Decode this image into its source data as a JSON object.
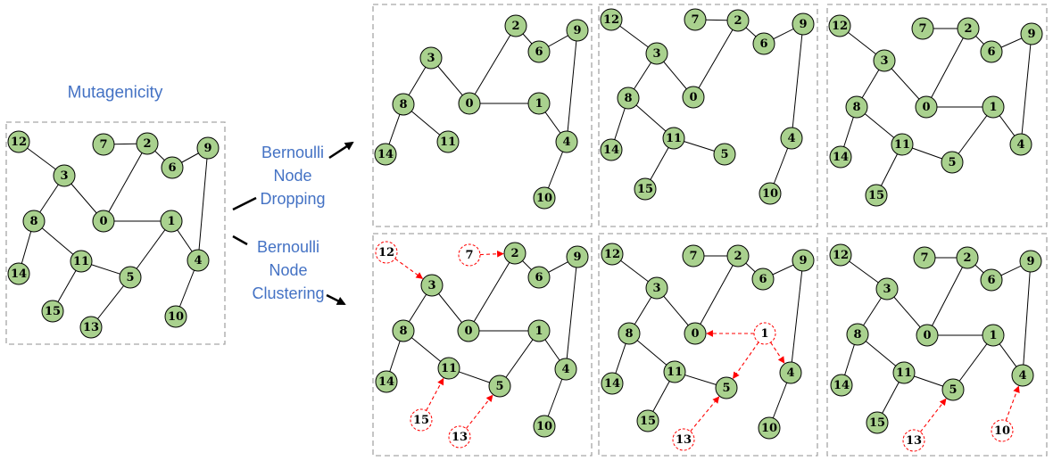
{
  "title": "Mutagenicity",
  "operations": {
    "dropping": [
      "Bernoulli",
      "Node",
      "Dropping"
    ],
    "clustering": [
      "Bernoulli",
      "Node",
      "Clustering"
    ]
  },
  "colors": {
    "node_fill": "#a9d18e",
    "node_stroke": "#000000",
    "text_blue": "#4472c4",
    "arrow_red": "#ff0000",
    "frame_gray": "#a6a6a6"
  },
  "panels": [
    {
      "id": "original",
      "nodes": [
        {
          "id": "12",
          "label": "12"
        },
        {
          "id": "7",
          "label": "7"
        },
        {
          "id": "2",
          "label": "2"
        },
        {
          "id": "6",
          "label": "6"
        },
        {
          "id": "9",
          "label": "9"
        },
        {
          "id": "3",
          "label": "3"
        },
        {
          "id": "8",
          "label": "8"
        },
        {
          "id": "0",
          "label": "0"
        },
        {
          "id": "1",
          "label": "1"
        },
        {
          "id": "14",
          "label": "14"
        },
        {
          "id": "11",
          "label": "11"
        },
        {
          "id": "5",
          "label": "5"
        },
        {
          "id": "4",
          "label": "4"
        },
        {
          "id": "15",
          "label": "15"
        },
        {
          "id": "13",
          "label": "13"
        },
        {
          "id": "10",
          "label": "10"
        }
      ],
      "edges": [
        [
          "12",
          "3"
        ],
        [
          "3",
          "8"
        ],
        [
          "3",
          "0"
        ],
        [
          "0",
          "2"
        ],
        [
          "7",
          "2"
        ],
        [
          "2",
          "6"
        ],
        [
          "6",
          "9"
        ],
        [
          "9",
          "4"
        ],
        [
          "0",
          "1"
        ],
        [
          "1",
          "4"
        ],
        [
          "1",
          "5"
        ],
        [
          "8",
          "14"
        ],
        [
          "8",
          "11"
        ],
        [
          "11",
          "5"
        ],
        [
          "11",
          "15"
        ],
        [
          "5",
          "13"
        ],
        [
          "4",
          "10"
        ]
      ],
      "ghosts": [],
      "arrows": []
    },
    {
      "id": "drop-1",
      "nodes": [
        {
          "id": "2",
          "label": "2"
        },
        {
          "id": "9",
          "label": "9"
        },
        {
          "id": "6",
          "label": "6"
        },
        {
          "id": "3",
          "label": "3"
        },
        {
          "id": "8",
          "label": "8"
        },
        {
          "id": "0",
          "label": "0"
        },
        {
          "id": "1",
          "label": "1"
        },
        {
          "id": "11",
          "label": "11"
        },
        {
          "id": "4",
          "label": "4"
        },
        {
          "id": "14",
          "label": "14"
        },
        {
          "id": "10",
          "label": "10"
        }
      ],
      "edges": [
        [
          "3",
          "8"
        ],
        [
          "3",
          "0"
        ],
        [
          "0",
          "2"
        ],
        [
          "2",
          "6"
        ],
        [
          "6",
          "9"
        ],
        [
          "9",
          "4"
        ],
        [
          "0",
          "1"
        ],
        [
          "1",
          "4"
        ],
        [
          "8",
          "14"
        ],
        [
          "8",
          "11"
        ],
        [
          "4",
          "10"
        ]
      ],
      "ghosts": [],
      "arrows": []
    },
    {
      "id": "drop-2",
      "nodes": [
        {
          "id": "12",
          "label": "12"
        },
        {
          "id": "7",
          "label": "7"
        },
        {
          "id": "2",
          "label": "2"
        },
        {
          "id": "9",
          "label": "9"
        },
        {
          "id": "6",
          "label": "6"
        },
        {
          "id": "3",
          "label": "3"
        },
        {
          "id": "8",
          "label": "8"
        },
        {
          "id": "0",
          "label": "0"
        },
        {
          "id": "11",
          "label": "11"
        },
        {
          "id": "4",
          "label": "4"
        },
        {
          "id": "14",
          "label": "14"
        },
        {
          "id": "5",
          "label": "5"
        },
        {
          "id": "15",
          "label": "15"
        },
        {
          "id": "10",
          "label": "10"
        }
      ],
      "edges": [
        [
          "12",
          "3"
        ],
        [
          "3",
          "8"
        ],
        [
          "3",
          "0"
        ],
        [
          "0",
          "2"
        ],
        [
          "7",
          "2"
        ],
        [
          "2",
          "6"
        ],
        [
          "6",
          "9"
        ],
        [
          "9",
          "4"
        ],
        [
          "8",
          "14"
        ],
        [
          "8",
          "11"
        ],
        [
          "11",
          "5"
        ],
        [
          "11",
          "15"
        ],
        [
          "4",
          "10"
        ]
      ],
      "ghosts": [],
      "arrows": []
    },
    {
      "id": "drop-3",
      "nodes": [
        {
          "id": "12",
          "label": "12"
        },
        {
          "id": "7",
          "label": "7"
        },
        {
          "id": "2",
          "label": "2"
        },
        {
          "id": "9",
          "label": "9"
        },
        {
          "id": "6",
          "label": "6"
        },
        {
          "id": "3",
          "label": "3"
        },
        {
          "id": "8",
          "label": "8"
        },
        {
          "id": "0",
          "label": "0"
        },
        {
          "id": "1",
          "label": "1"
        },
        {
          "id": "4",
          "label": "4"
        },
        {
          "id": "11",
          "label": "11"
        },
        {
          "id": "14",
          "label": "14"
        },
        {
          "id": "5",
          "label": "5"
        },
        {
          "id": "15",
          "label": "15"
        }
      ],
      "edges": [
        [
          "12",
          "3"
        ],
        [
          "3",
          "8"
        ],
        [
          "3",
          "0"
        ],
        [
          "0",
          "2"
        ],
        [
          "7",
          "2"
        ],
        [
          "2",
          "6"
        ],
        [
          "6",
          "9"
        ],
        [
          "9",
          "4"
        ],
        [
          "0",
          "1"
        ],
        [
          "1",
          "4"
        ],
        [
          "1",
          "5"
        ],
        [
          "8",
          "14"
        ],
        [
          "8",
          "11"
        ],
        [
          "11",
          "5"
        ],
        [
          "11",
          "15"
        ]
      ],
      "ghosts": [],
      "arrows": []
    },
    {
      "id": "cluster-1",
      "nodes": [
        {
          "id": "2",
          "label": "2"
        },
        {
          "id": "9",
          "label": "9"
        },
        {
          "id": "6",
          "label": "6"
        },
        {
          "id": "3",
          "label": "3"
        },
        {
          "id": "8",
          "label": "8"
        },
        {
          "id": "0",
          "label": "0"
        },
        {
          "id": "1",
          "label": "1"
        },
        {
          "id": "11",
          "label": "11"
        },
        {
          "id": "4",
          "label": "4"
        },
        {
          "id": "5",
          "label": "5"
        },
        {
          "id": "14",
          "label": "14"
        },
        {
          "id": "10",
          "label": "10"
        }
      ],
      "edges": [
        [
          "3",
          "8"
        ],
        [
          "3",
          "0"
        ],
        [
          "0",
          "2"
        ],
        [
          "2",
          "6"
        ],
        [
          "6",
          "9"
        ],
        [
          "9",
          "4"
        ],
        [
          "0",
          "1"
        ],
        [
          "1",
          "4"
        ],
        [
          "1",
          "5"
        ],
        [
          "8",
          "14"
        ],
        [
          "8",
          "11"
        ],
        [
          "11",
          "5"
        ],
        [
          "4",
          "10"
        ]
      ],
      "ghosts": [
        {
          "id": "12",
          "label": "12"
        },
        {
          "id": "7",
          "label": "7"
        },
        {
          "id": "15",
          "label": "15"
        },
        {
          "id": "13",
          "label": "13"
        }
      ],
      "arrows": [
        [
          "12",
          "3"
        ],
        [
          "7",
          "2"
        ],
        [
          "15",
          "11"
        ],
        [
          "13",
          "5"
        ]
      ]
    },
    {
      "id": "cluster-2",
      "nodes": [
        {
          "id": "12",
          "label": "12"
        },
        {
          "id": "7",
          "label": "7"
        },
        {
          "id": "2",
          "label": "2"
        },
        {
          "id": "9",
          "label": "9"
        },
        {
          "id": "6",
          "label": "6"
        },
        {
          "id": "3",
          "label": "3"
        },
        {
          "id": "8",
          "label": "8"
        },
        {
          "id": "0",
          "label": "0"
        },
        {
          "id": "11",
          "label": "11"
        },
        {
          "id": "4",
          "label": "4"
        },
        {
          "id": "14",
          "label": "14"
        },
        {
          "id": "5",
          "label": "5"
        },
        {
          "id": "15",
          "label": "15"
        },
        {
          "id": "10",
          "label": "10"
        }
      ],
      "edges": [
        [
          "12",
          "3"
        ],
        [
          "3",
          "8"
        ],
        [
          "3",
          "0"
        ],
        [
          "0",
          "2"
        ],
        [
          "7",
          "2"
        ],
        [
          "2",
          "6"
        ],
        [
          "6",
          "9"
        ],
        [
          "9",
          "4"
        ],
        [
          "8",
          "14"
        ],
        [
          "8",
          "11"
        ],
        [
          "11",
          "5"
        ],
        [
          "11",
          "15"
        ],
        [
          "4",
          "10"
        ]
      ],
      "ghosts": [
        {
          "id": "1",
          "label": "1"
        },
        {
          "id": "13",
          "label": "13"
        }
      ],
      "arrows": [
        [
          "1",
          "0"
        ],
        [
          "1",
          "5"
        ],
        [
          "1",
          "4"
        ],
        [
          "13",
          "5"
        ]
      ]
    },
    {
      "id": "cluster-3",
      "nodes": [
        {
          "id": "12",
          "label": "12"
        },
        {
          "id": "7",
          "label": "7"
        },
        {
          "id": "2",
          "label": "2"
        },
        {
          "id": "9",
          "label": "9"
        },
        {
          "id": "6",
          "label": "6"
        },
        {
          "id": "3",
          "label": "3"
        },
        {
          "id": "8",
          "label": "8"
        },
        {
          "id": "0",
          "label": "0"
        },
        {
          "id": "1",
          "label": "1"
        },
        {
          "id": "4",
          "label": "4"
        },
        {
          "id": "11",
          "label": "11"
        },
        {
          "id": "14",
          "label": "14"
        },
        {
          "id": "5",
          "label": "5"
        },
        {
          "id": "15",
          "label": "15"
        }
      ],
      "edges": [
        [
          "12",
          "3"
        ],
        [
          "3",
          "8"
        ],
        [
          "3",
          "0"
        ],
        [
          "0",
          "2"
        ],
        [
          "7",
          "2"
        ],
        [
          "2",
          "6"
        ],
        [
          "6",
          "9"
        ],
        [
          "9",
          "4"
        ],
        [
          "0",
          "1"
        ],
        [
          "1",
          "4"
        ],
        [
          "1",
          "5"
        ],
        [
          "8",
          "14"
        ],
        [
          "8",
          "11"
        ],
        [
          "11",
          "5"
        ],
        [
          "11",
          "15"
        ]
      ],
      "ghosts": [
        {
          "id": "13",
          "label": "13"
        },
        {
          "id": "10",
          "label": "10"
        }
      ],
      "arrows": [
        [
          "13",
          "5"
        ],
        [
          "10",
          "4"
        ]
      ]
    }
  ]
}
